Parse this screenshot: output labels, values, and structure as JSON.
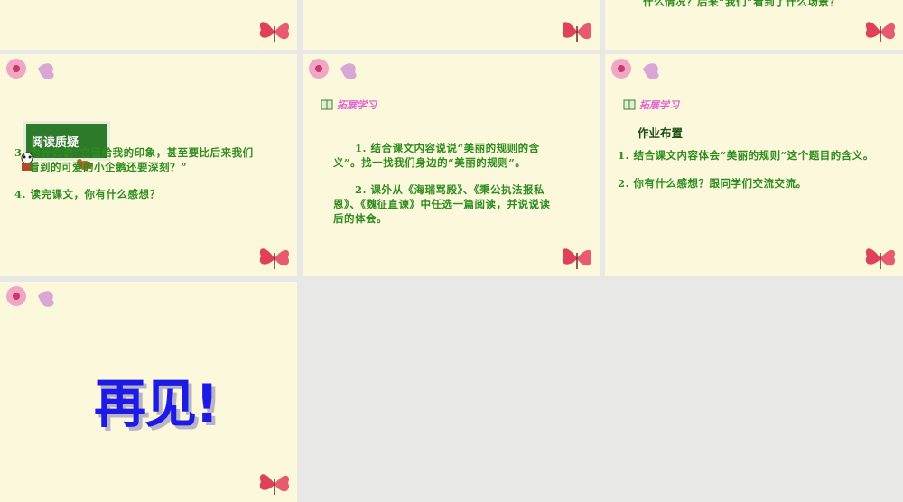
{
  "slide3_top": {
    "text": "什么情况？后来“我们”看到了什么场景？"
  },
  "slide4": {
    "board_title": "阅读质疑",
    "q3_line1": "3. 为什么说“它留给我的印象，甚至要比后来我们",
    "q3_line2": "看到的可爱的小企鹅还要深刻？”",
    "q4": "4. 读完课文，你有什么感想？"
  },
  "slide5": {
    "tag": "拓展学习",
    "p1_line1": "1. 结合课文内容说说“美丽的规则的含",
    "p1_line2": "义”。找一找我们身边的“美丽的规则”。",
    "p2_line1": "2. 课外从《海瑞骂殿》、《秉公执法报私",
    "p2_line2": "恩》、《魏征直谏》中任选一篇阅读，并说说读",
    "p2_line3": "后的体会。"
  },
  "slide6": {
    "tag": "拓展学习",
    "title": "作业布置",
    "item1": "1. 结合课文内容体会“美丽的规则”这个题目的含义。",
    "item2": "2. 你有什么感想？跟同学们交流交流。"
  },
  "slide7": {
    "bye": "再见!"
  },
  "colors": {
    "slide_bg": "#fbf8dc",
    "text_green": "#2f8c1e",
    "tag_pink": "#e066d0",
    "bye_blue": "#1d1ae6"
  }
}
